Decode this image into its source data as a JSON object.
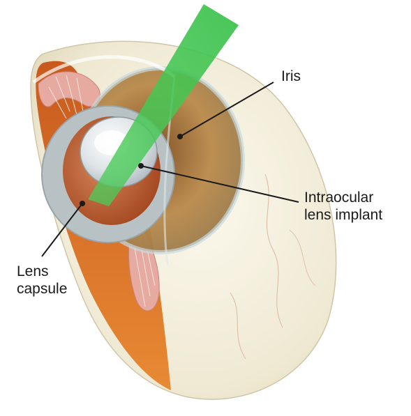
{
  "labels": {
    "iris": "Iris",
    "intraocular_lens_implant": {
      "line1": "Intraocular",
      "line2": "lens implant"
    },
    "lens_capsule": {
      "line1": "Lens",
      "line2": "capsule"
    }
  },
  "colors": {
    "sclera": "#f2eedc",
    "iris": "#a87a3a",
    "retina": "#d9722a",
    "laser": "#3fbf4f",
    "ciliary": "#e6a9a0",
    "lens": "#d8dde0",
    "leader_line": "#1a1a1a"
  }
}
